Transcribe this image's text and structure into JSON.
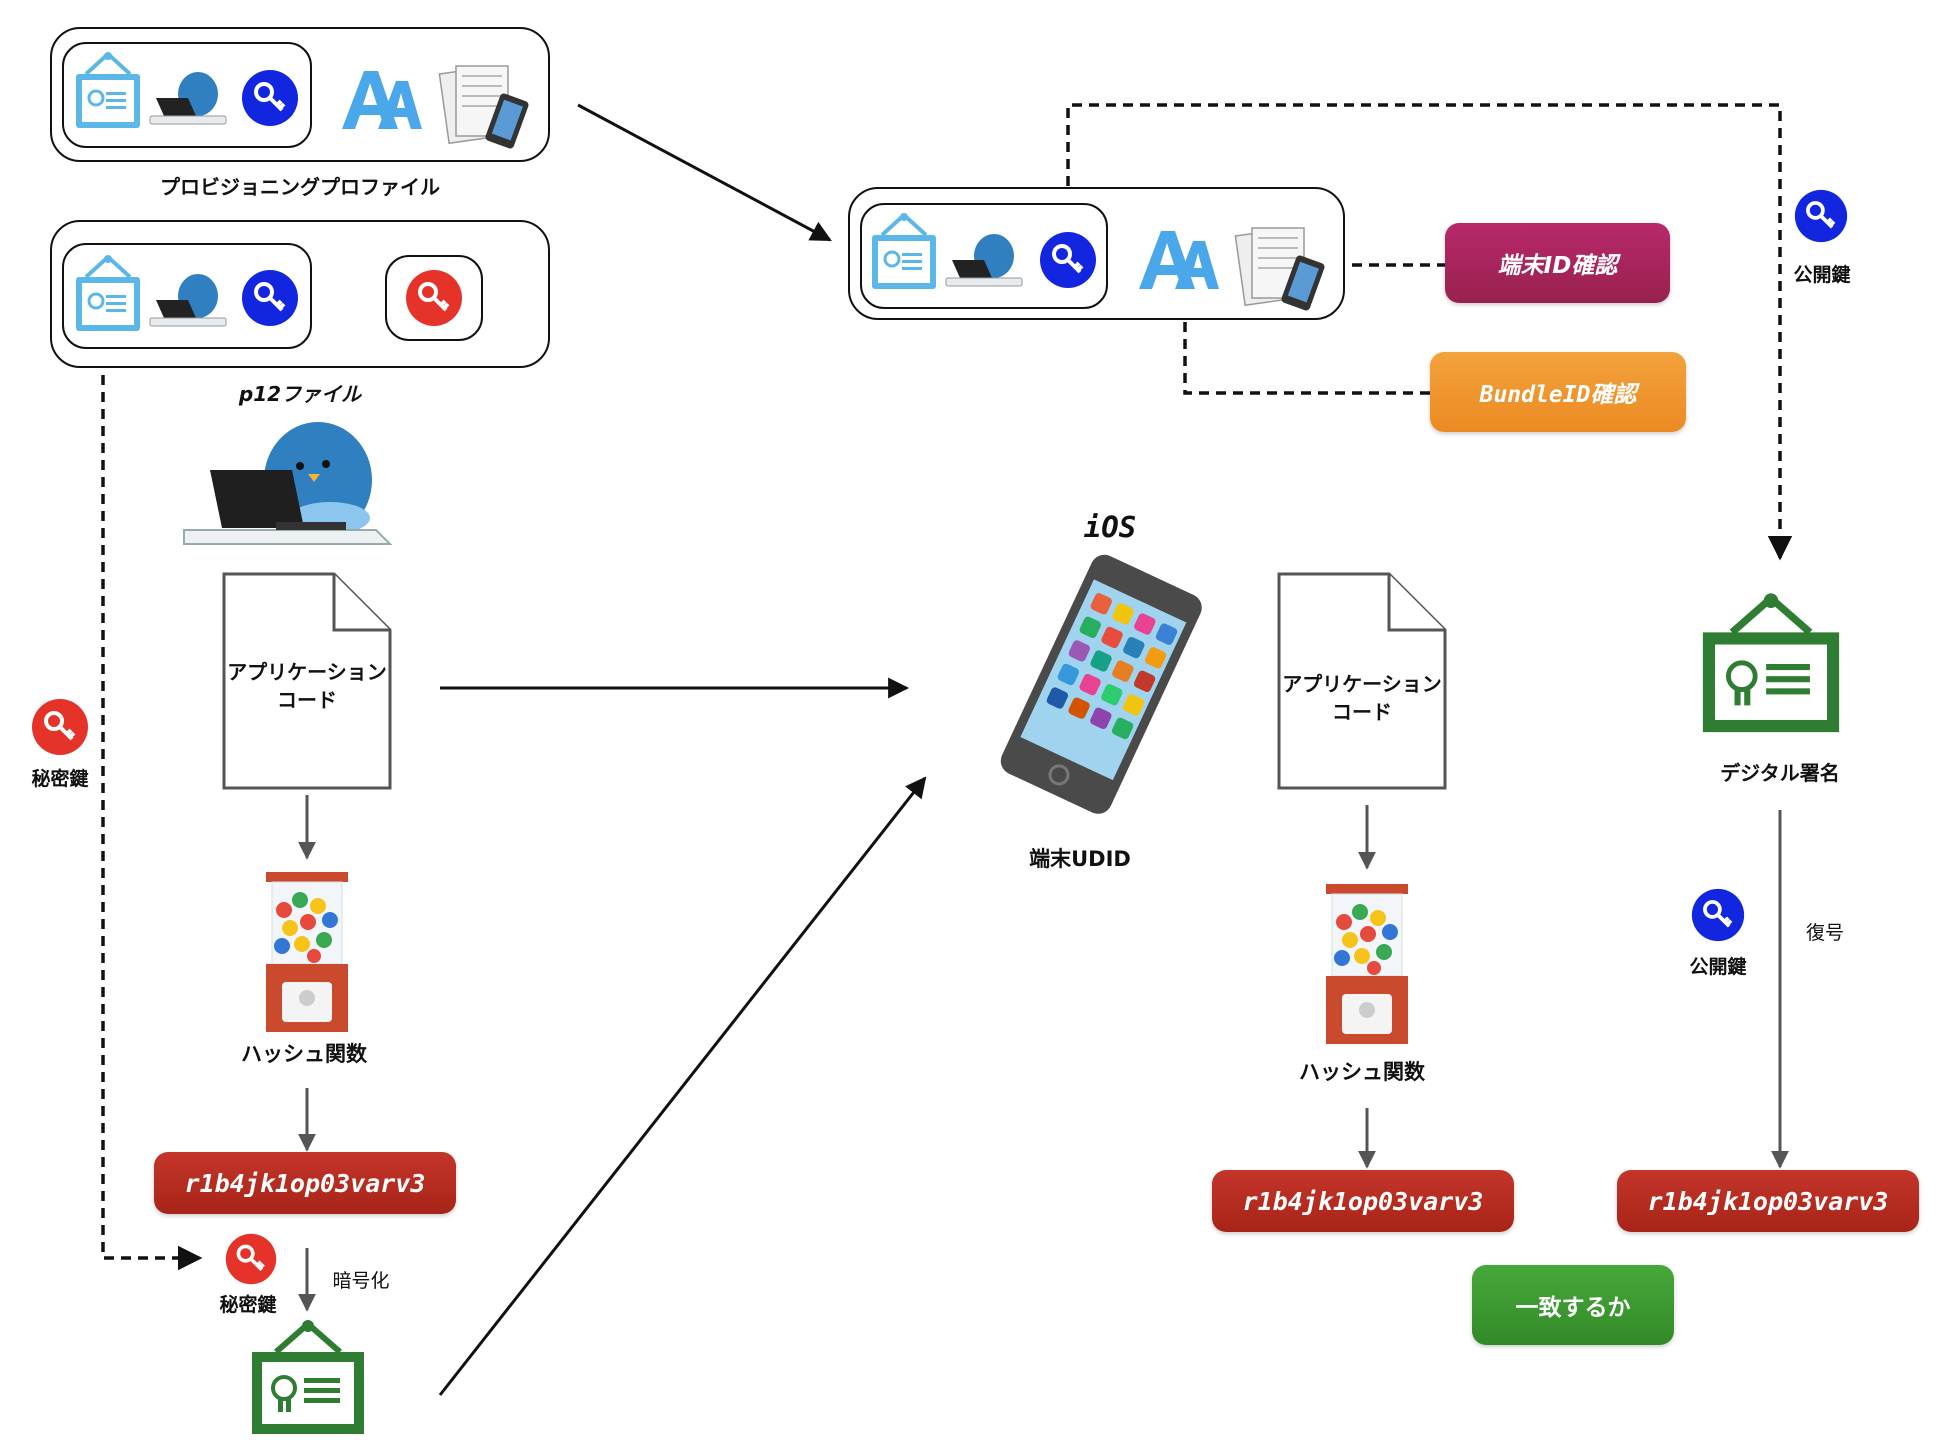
{
  "provisioning_profile": {
    "caption": "プロビジョニングプロファイル"
  },
  "p12_file": {
    "caption": "p12ファイル"
  },
  "developer": {
    "application_code": "アプリケーション\nコード",
    "hash_function": "ハッシュ関数",
    "hash_value": "r1b4jk1op03varv3",
    "private_key_left": "秘密鍵",
    "private_key_bottom": "秘密鍵",
    "encrypt": "暗号化"
  },
  "device": {
    "os_label": "iOS",
    "udid_label": "端末UDID",
    "application_code": "アプリケーション\nコード",
    "hash_function": "ハッシュ関数",
    "hash_value": "r1b4jk1op03varv3"
  },
  "checks": {
    "device_id": "端末ID確認",
    "bundle_id": "BundleID確認"
  },
  "signature": {
    "public_key_top": "公開鍵",
    "digital_signature": "デジタル署名",
    "public_key_mid": "公開鍵",
    "decrypt": "復号",
    "hash_value": "r1b4jk1op03varv3",
    "match": "一致するか"
  },
  "colors": {
    "blue_key": "#1226e0",
    "red_key": "#e6332a",
    "device_check": "#a8245f",
    "bundle_check": "#f0962b",
    "hash_red": "#b52a1e",
    "match_green": "#3d9a2e",
    "cert_green": "#2e7d32",
    "cert_blue": "#5bb7e8"
  }
}
